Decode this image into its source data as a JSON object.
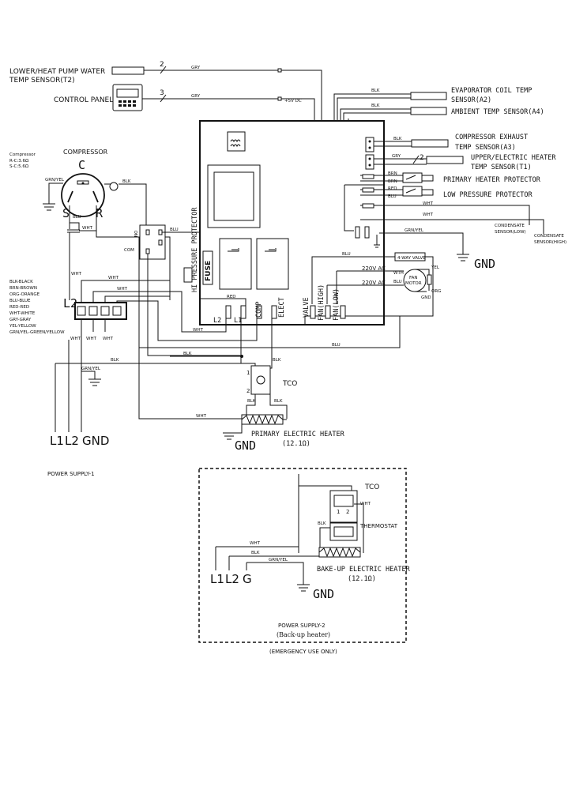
{
  "sensors": {
    "water_temp_line1": "LOWER/HEAT PUMP WATER",
    "water_temp_line2": "TEMP SENSOR(T2)",
    "control_panel": "CONTROL  PANEL",
    "evap_line1": "EVAPORATOR COIL TEMP",
    "evap_line2": "SENSOR(A2)",
    "ambient": "AMBIENT TEMP SENSOR(A4)",
    "exhaust_line1": "COMPRESSOR EXHAUST",
    "exhaust_line2": "TEMP SENSOR(A3)",
    "upper_line1": "UPPER/ELECTRIC HEATER",
    "upper_line2": "TEMP SENSOR(T1)",
    "primary_protector": "PRIMARY HEATER PROTECTOR",
    "low_pressure": "LOW PRESSURE PROTECTOR",
    "cond_low_1": "CONDENSATE",
    "cond_low_2": "SENSOR(LOW)",
    "cond_high_1": "CONDENSATE",
    "cond_high_2": "SENSOR(HIGH)"
  },
  "wire_counts": {
    "water": "2",
    "panel": "3",
    "upper": "2"
  },
  "wires": {
    "gry": "GRY",
    "blk": "BLK",
    "blu": "BLU",
    "wht": "WHT",
    "brn": "BRN",
    "red": "RED",
    "grnyel": "GRN/YEL",
    "plus5": "+5V  DC",
    "ac1": "220V  AC",
    "ac2": "220V  AC",
    "wth": "WTH",
    "yel": "YEL",
    "orgw": "ORG",
    "gndw": "GND"
  },
  "compressor": {
    "title": "COMPRESSOR",
    "spec_title": "Compressor",
    "spec_r": "R-C:3.6Ω",
    "spec_s": "S-C:5.6Ω",
    "c": "C",
    "s": "S",
    "r": "R",
    "no": "NO",
    "com": "COM"
  },
  "legend": [
    "BLK-BLACK",
    "BRN-BROWN",
    "ORG-ORANGE",
    "BLU-BLUE",
    "RED-RED",
    "WHT-WHITE",
    "GRY-GRAY",
    "YEL-YELLOW",
    "GRN/YEL-GREEN/YELLOW"
  ],
  "board": {
    "hi_pressure": "HI PRESSURE PROTECTOR",
    "fuse": "FUSE",
    "terminals": [
      "L2",
      "L1",
      "COMP",
      "ELECT",
      "VALVE",
      "FAN(HIGH)",
      "FAN(LOW)"
    ],
    "four_way": "4-WAY VALVE",
    "fan_motor_1": "FAN",
    "fan_motor_2": "MOTOR"
  },
  "supply1": {
    "l2_block": "L2",
    "tco": "TCO",
    "tco_1": "1",
    "tco_2": "2",
    "heater_label": "PRIMARY ELECTRIC HEATER",
    "heater_ohm": "(12.1Ω)",
    "l1": "L1",
    "l2": "L2",
    "gnd": "GND",
    "gnd_top": "GND",
    "gnd_heater": "GND",
    "title": "POWER SUPPLY-1"
  },
  "supply2": {
    "tco": "TCO",
    "thermostat": "THERMOSTAT",
    "heater_label": "BAKE-UP ELECTRIC HEATER",
    "heater_ohm": "(12.1Ω)",
    "l1": "L1",
    "l2": "L2",
    "g": "G",
    "gnd": "GND",
    "title": "POWER SUPPLY-2",
    "subtitle": "(Back-up heater)",
    "note": "(EMERGENCY USE ONLY)"
  }
}
